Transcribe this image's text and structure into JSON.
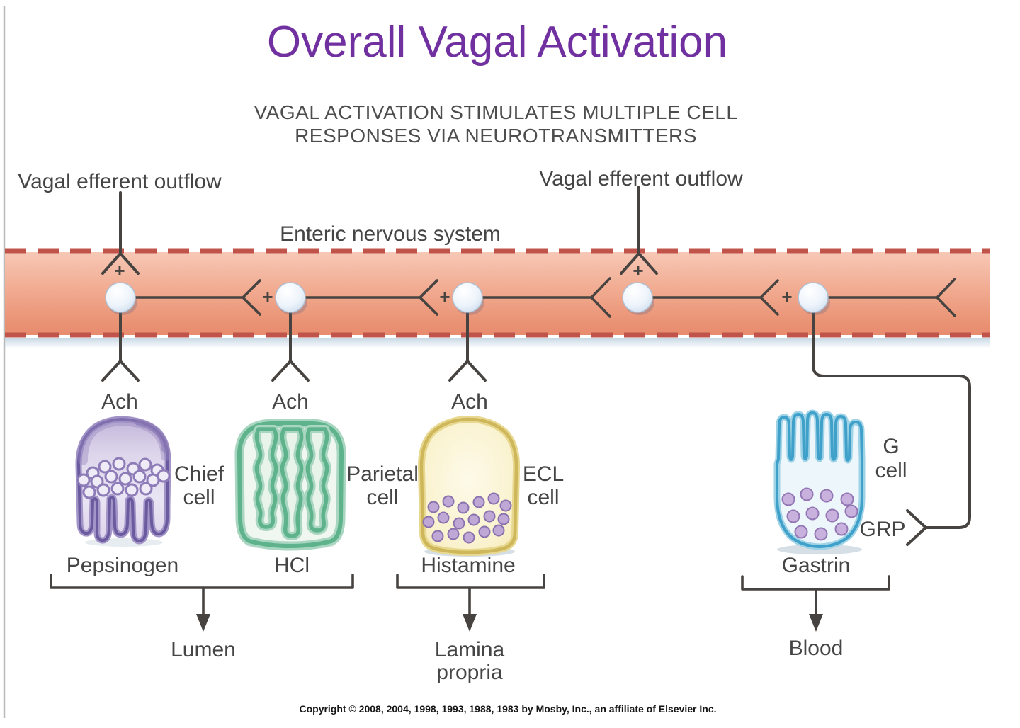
{
  "title": "Overall Vagal Activation",
  "subtitle": {
    "line1": "VAGAL ACTIVATION STIMULATES MULTIPLE CELL",
    "line2": "RESPONSES VIA NEUROTRANSMITTERS"
  },
  "nerve_labels": {
    "vagal_left": "Vagal efferent outflow",
    "vagal_right": "Vagal efferent outflow",
    "enteric": "Enteric nervous system",
    "ach": "Ach",
    "plus": "+"
  },
  "cells": [
    {
      "id": "chief",
      "label1": "Chief",
      "label2": "cell",
      "secretion": "Pepsinogen"
    },
    {
      "id": "parietal",
      "label1": "Parietal",
      "label2": "cell",
      "secretion": "HCl"
    },
    {
      "id": "ecl",
      "label1": "ECL",
      "label2": "cell",
      "secretion": "Histamine"
    },
    {
      "id": "g",
      "label1": "G",
      "label2": "cell",
      "secretion": "Gastrin",
      "transmitter": "GRP"
    }
  ],
  "destinations": {
    "lumen": "Lumen",
    "lamina_line1": "Lamina",
    "lamina_line2": "propria",
    "blood": "Blood"
  },
  "copyright": "Copyright © 2008, 2004, 1998, 1993, 1988, 1983 by Mosby, Inc., an affiliate of Elsevier Inc.",
  "colors": {
    "title": "#7030a0",
    "subtitle": "#4d4d4d",
    "band_top": "#f7c8b6",
    "band_bottom": "#e88c6e",
    "band_dash": "#c0544b",
    "wire": "#474340",
    "chief_membrane": "#6a5a9e",
    "parietal_membrane": "#5fb38c",
    "ecl_membrane": "#cdb75a",
    "g_membrane": "#3fa0c9",
    "granule": "#bfa7d6"
  }
}
